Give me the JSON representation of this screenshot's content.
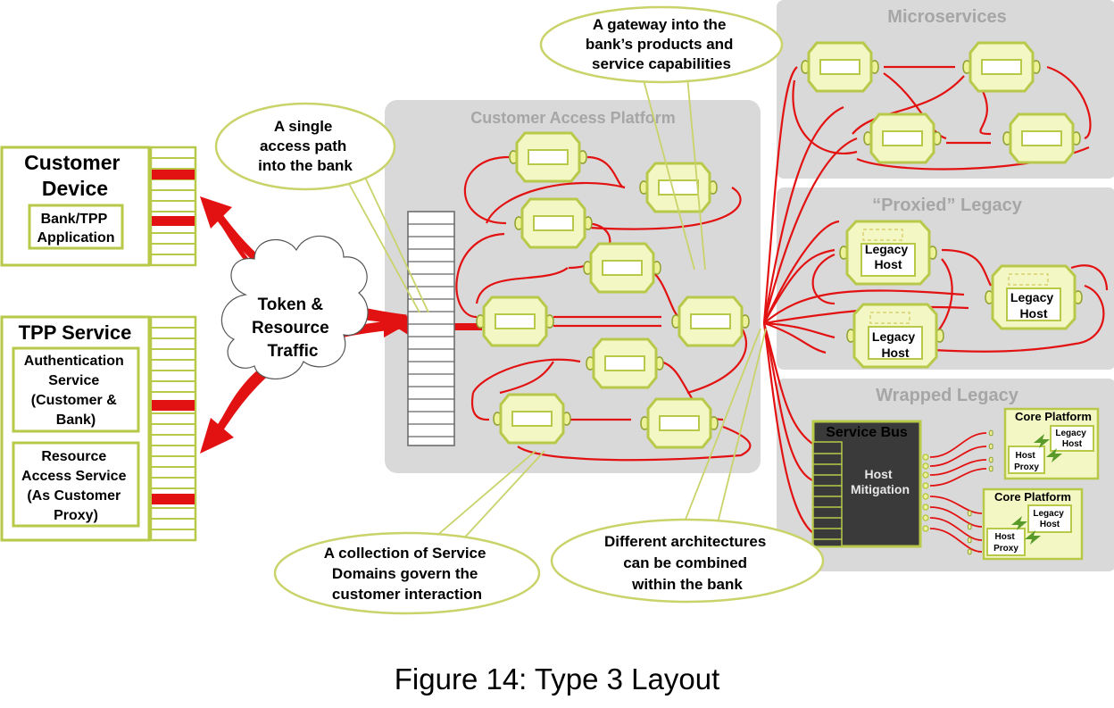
{
  "customer_device": {
    "title_line1": "Customer",
    "title_line2": "Device",
    "app_line1": "Bank/TPP",
    "app_line2": "Application"
  },
  "tpp_service": {
    "title": "TPP Service",
    "auth_line1": "Authentication",
    "auth_line2": "Service",
    "auth_line3": "(Customer &",
    "auth_line4": "Bank)",
    "res_line1": "Resource",
    "res_line2": "Access Service",
    "res_line3": "(As Customer",
    "res_line4": "Proxy)"
  },
  "cloud": {
    "line1": "Token &",
    "line2": "Resource",
    "line3": "Traffic"
  },
  "platform": {
    "title": "Customer Access Platform"
  },
  "microservices": {
    "title": "Microservices"
  },
  "proxied": {
    "title": "“Proxied” Legacy",
    "host_line1": "Legacy",
    "host_line2": "Host"
  },
  "wrapped": {
    "title": "Wrapped Legacy",
    "bus_title": "Service Bus",
    "mit_line1": "Host",
    "mit_line2": "Mitigation",
    "core_title": "Core Platform",
    "legacy_line1": "Legacy",
    "legacy_line2": "Host",
    "proxy_line1": "Host",
    "proxy_line2": "Proxy"
  },
  "callouts": {
    "single_line1": "A single",
    "single_line2": "access path",
    "single_line3": "into the bank",
    "gateway_line1": "A gateway into the",
    "gateway_line2": "bank’s products and",
    "gateway_line3": "service capabilities",
    "collection_line1": "A collection of Service",
    "collection_line2": "Domains govern the",
    "collection_line3": "customer interaction",
    "different_line1": "Different architectures",
    "different_line2": "can be combined",
    "different_line3": "within the bank"
  },
  "caption": "Figure 14: Type 3 Layout",
  "colors": {
    "connector": "#e31212",
    "module_fill": "#f3f7c4",
    "module_stroke": "#b8c94a",
    "panel": "#d9d9d9"
  }
}
